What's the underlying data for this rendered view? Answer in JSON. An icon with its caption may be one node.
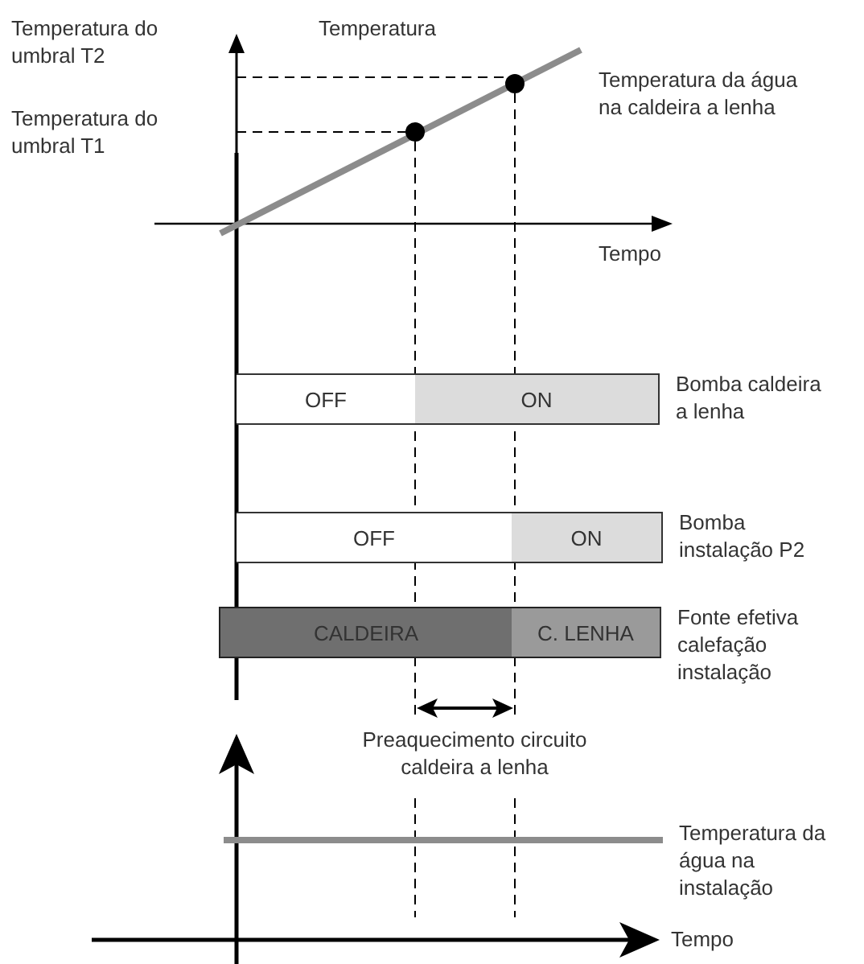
{
  "diagram": {
    "nodes": [
      {
        "text": [],
        "shape": "bar",
        "beside": [
          "Bomba caldeira a lenha"
        ]
      },
      {
        "text": [
          "OFF"
        ],
        "in": 0
      },
      {
        "text": [
          "ON"
        ],
        "in": 0
      },
      {
        "text": [],
        "shape": "bar",
        "beside": [
          "Bomba instalação P2"
        ]
      },
      {
        "text": [
          "OFF"
        ],
        "in": 3
      },
      {
        "text": [
          "ON"
        ],
        "in": 3
      },
      {
        "text": [],
        "shape": "bar",
        "beside": [
          "Fonte efetiva calefação instalação"
        ]
      },
      {
        "text": [
          "CALDEIRA"
        ],
        "in": 6
      },
      {
        "text": [
          "C. LENHA"
        ],
        "in": 6
      }
    ],
    "edges": [],
    "labels": [
      "Temperatura do umbral T2",
      "Temperatura",
      "Temperatura do umbral T1",
      "Temperatura da água na caldeira a lenha",
      "Tempo",
      "Preaquecimento circuito caldeira a lenha",
      "Temperatura da água na instalação",
      "Tempo"
    ]
  }
}
